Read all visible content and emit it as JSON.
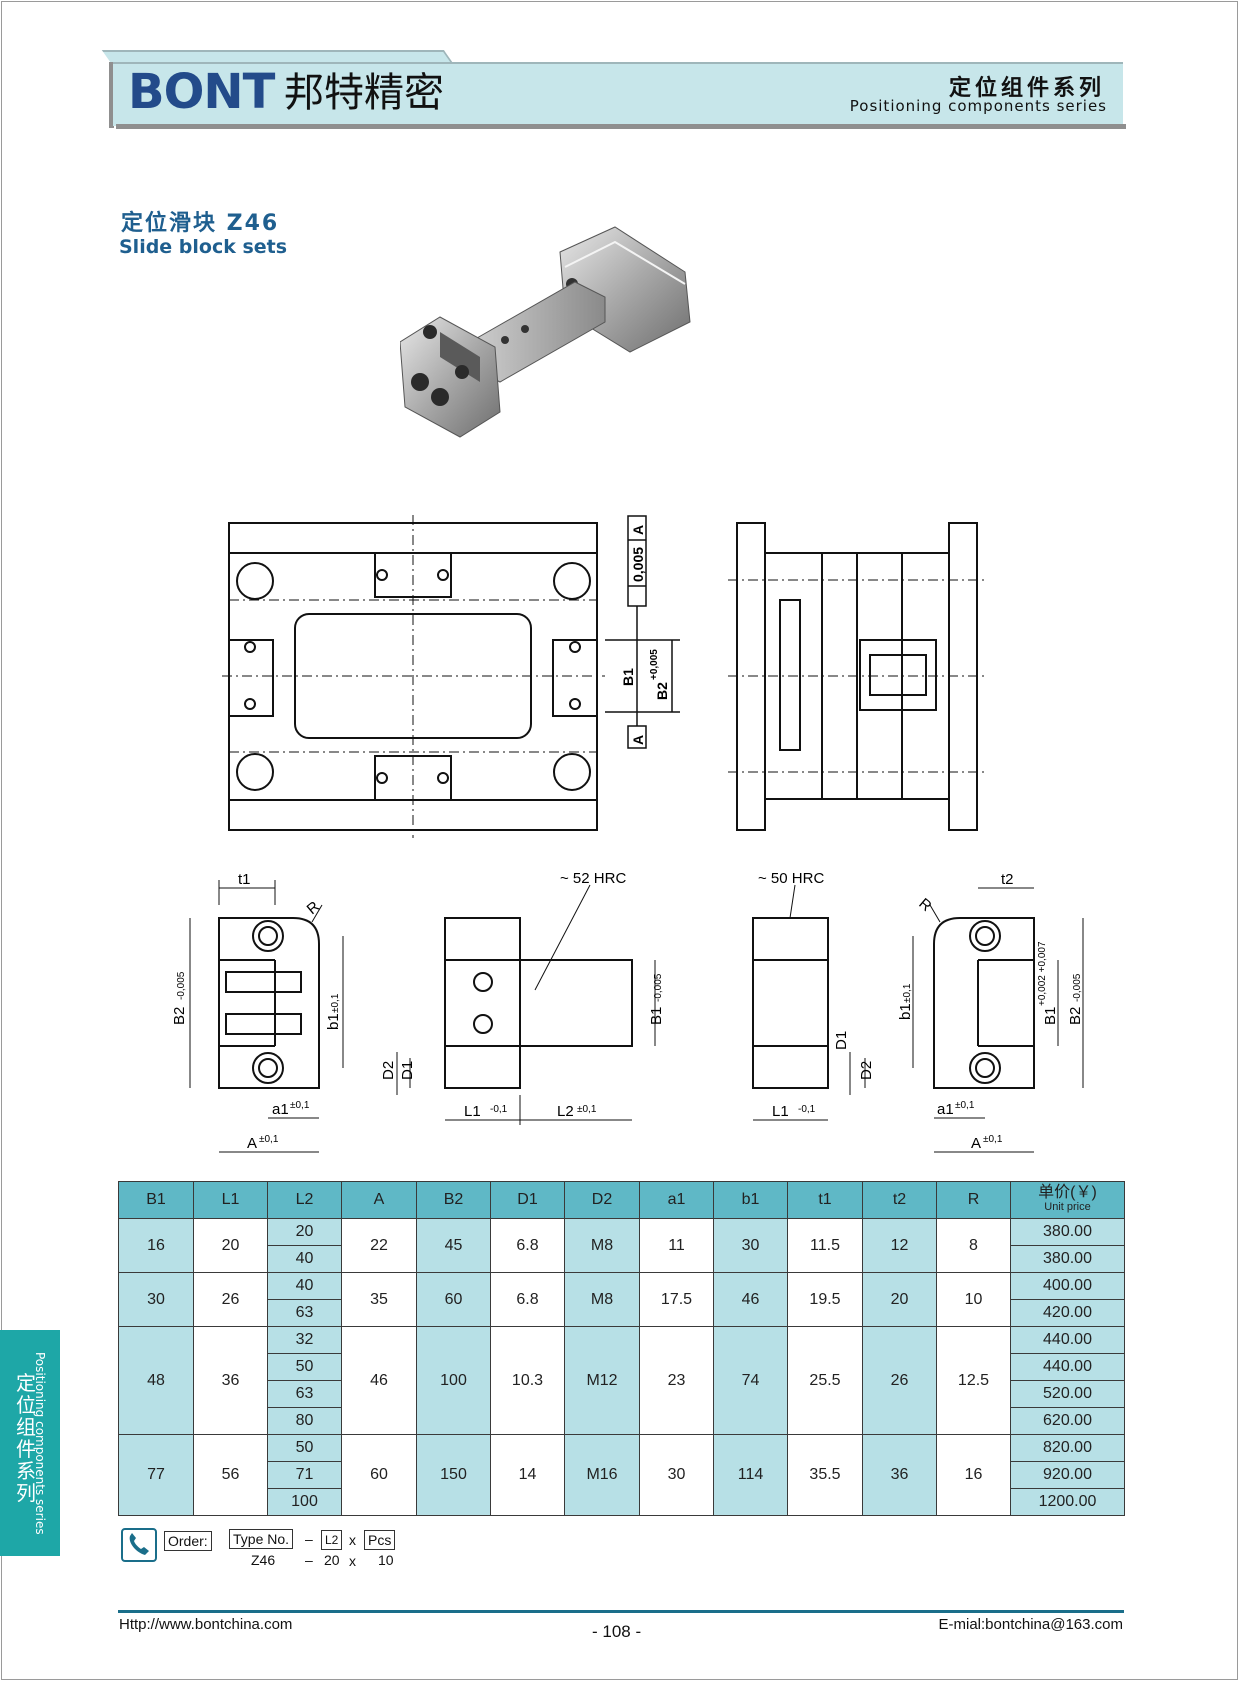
{
  "header": {
    "logo_text": "BONT",
    "logo_cn": "邦特精密",
    "series_cn": "定位组件系列",
    "series_en": "Positioning components series"
  },
  "title": {
    "cn": "定位滑块  Z46",
    "en": "Slide block sets"
  },
  "drawing_labels": {
    "tol_005": "0,005",
    "datum_a": "A",
    "b1": "B1",
    "b2_tol": "B2",
    "b2_tol_sup": "+0,005",
    "hrc52": "~ 52 HRC",
    "hrc50": "~ 50 HRC",
    "t1": "t1",
    "t2": "t2",
    "r": "R",
    "b2_neg": "B2",
    "b2_neg_sup": "-0,005",
    "b1_pm": "b1",
    "b1_pm_sup": "±0,1",
    "b1_neg": "B1",
    "b1_neg_sup": "-0,005",
    "b1_pos": "B1",
    "b1_pos_sup": "+0,002 +0,007",
    "d1": "D1",
    "d2": "D2",
    "a1": "a1",
    "a1_sup": "±0,1",
    "a_dim": "A",
    "a_sup": "±0,1",
    "l1": "L1",
    "l1_sup": "-0,1",
    "l2": "L2",
    "l2_sup": "±0,1"
  },
  "table": {
    "headers": [
      "B1",
      "L1",
      "L2",
      "A",
      "B2",
      "D1",
      "D2",
      "a1",
      "b1",
      "t1",
      "t2",
      "R"
    ],
    "price_header": "单价(￥)",
    "price_header_en": "Unit price",
    "groups": [
      {
        "B1": "16",
        "L1": "20",
        "L2": [
          "20",
          "40"
        ],
        "A": "22",
        "B2": "45",
        "D1": "6.8",
        "D2": "M8",
        "a1": "11",
        "b1": "30",
        "t1": "11.5",
        "t2": "12",
        "R": "8",
        "prices": [
          "380.00",
          "380.00"
        ]
      },
      {
        "B1": "30",
        "L1": "26",
        "L2": [
          "40",
          "63"
        ],
        "A": "35",
        "B2": "60",
        "D1": "6.8",
        "D2": "M8",
        "a1": "17.5",
        "b1": "46",
        "t1": "19.5",
        "t2": "20",
        "R": "10",
        "prices": [
          "400.00",
          "420.00"
        ]
      },
      {
        "B1": "48",
        "L1": "36",
        "L2": [
          "32",
          "50",
          "63",
          "80"
        ],
        "A": "46",
        "B2": "100",
        "D1": "10.3",
        "D2": "M12",
        "a1": "23",
        "b1": "74",
        "t1": "25.5",
        "t2": "26",
        "R": "12.5",
        "prices": [
          "440.00",
          "440.00",
          "520.00",
          "620.00"
        ]
      },
      {
        "B1": "77",
        "L1": "56",
        "L2": [
          "50",
          "71",
          "100"
        ],
        "A": "60",
        "B2": "150",
        "D1": "14",
        "D2": "M16",
        "a1": "30",
        "b1": "114",
        "t1": "35.5",
        "t2": "36",
        "R": "16",
        "prices": [
          "820.00",
          "920.00",
          "1200.00"
        ]
      }
    ]
  },
  "order": {
    "label": "Order:",
    "type_no": "Type No.",
    "dash": "–",
    "l2": "L2",
    "x": "x",
    "pcs": "Pcs",
    "ex_type": "Z46",
    "ex_l2": "20",
    "ex_pcs": "10"
  },
  "side_tab": {
    "cn": "定位组件系列",
    "en": "Positioning components series"
  },
  "footer": {
    "url": "Http://www.bontchina.com",
    "page": "- 108 -",
    "email": "E-mial:bontchina@163.com"
  },
  "colors": {
    "header_bg": "#c7e6ea",
    "table_header": "#5fb8c6",
    "table_cell": "#b7e0e6",
    "accent": "#1ea7a7",
    "title": "#1f5f8f"
  }
}
